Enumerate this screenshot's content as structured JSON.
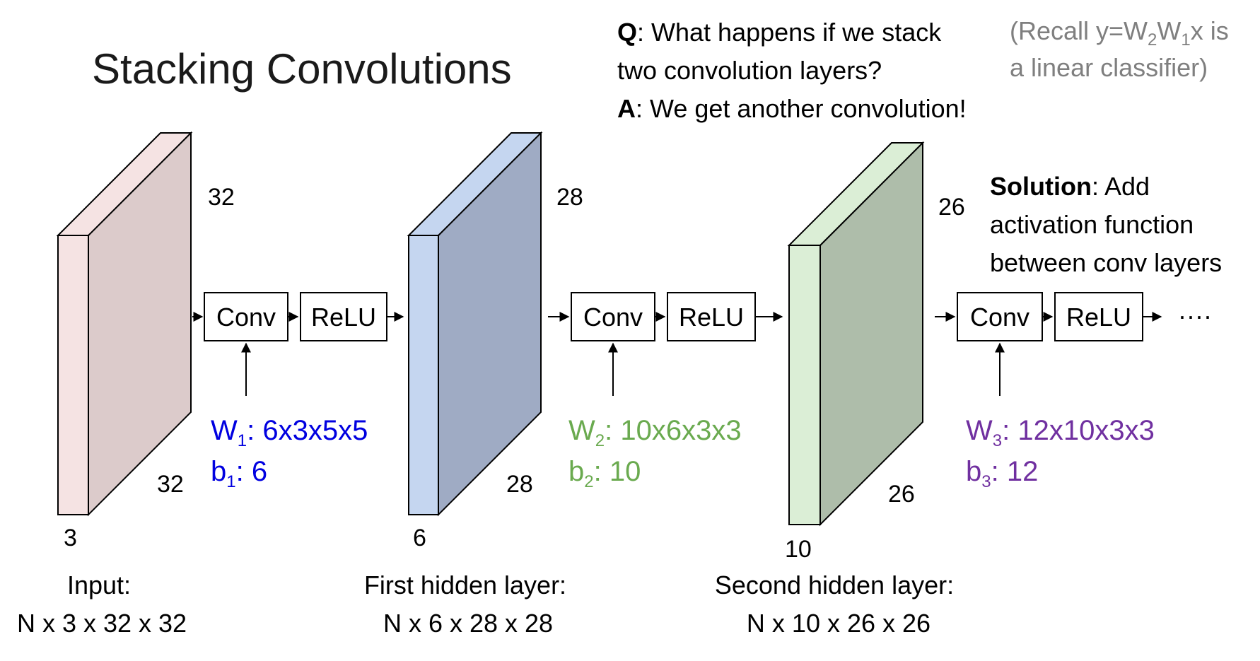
{
  "title": "Stacking Convolutions",
  "qa": {
    "q_prefix": "Q",
    "q_line1": ": What happens if we stack",
    "q_line2": "two convolution layers?",
    "a_prefix": "A",
    "a_line": ": We get another convolution!"
  },
  "recall": {
    "line1_pre": "(Recall y=W",
    "sub1": "2",
    "mid": "W",
    "sub2": "1",
    "line1_post": "x is",
    "line2": "a linear classifier)"
  },
  "solution": {
    "bold": "Solution",
    "line1": ": Add",
    "line2": "activation function",
    "line3": "between conv layers"
  },
  "colors": {
    "input_front": "#f5e3e3",
    "input_side": "#dccbcb",
    "hidden1_front": "#c5d6f0",
    "hidden1_side": "#9fabc4",
    "hidden2_front": "#dbeed6",
    "hidden2_side": "#aebdaa",
    "w1": "#0000e0",
    "w2": "#6aaa4f",
    "w3": "#7030a0"
  },
  "layers": [
    {
      "name": "input",
      "depth": "3",
      "height": "32",
      "width": "32",
      "caption1": "Input:",
      "caption2": "N x 3 x 32 x 32"
    },
    {
      "name": "hidden1",
      "depth": "6",
      "height": "28",
      "width": "28",
      "caption1": "First hidden layer:",
      "caption2": "N x 6 x 28 x 28"
    },
    {
      "name": "hidden2",
      "depth": "10",
      "height": "26",
      "width": "26",
      "caption1": "Second hidden layer:",
      "caption2": "N x 10 x 26 x 26"
    }
  ],
  "blocks": [
    {
      "conv": "Conv",
      "relu": "ReLU",
      "w_label": "W",
      "w_sub": "1",
      "w_dims": ": 6x3x5x5",
      "b_label": "b",
      "b_sub": "1",
      "b_val": ": 6"
    },
    {
      "conv": "Conv",
      "relu": "ReLU",
      "w_label": "W",
      "w_sub": "2",
      "w_dims": ": 10x6x3x3",
      "b_label": "b",
      "b_sub": "2",
      "b_val": ": 10"
    },
    {
      "conv": "Conv",
      "relu": "ReLU",
      "w_label": "W",
      "w_sub": "3",
      "w_dims": ": 12x10x3x3",
      "b_label": "b",
      "b_sub": "3",
      "b_val": ": 12"
    }
  ],
  "ellipsis": "····"
}
